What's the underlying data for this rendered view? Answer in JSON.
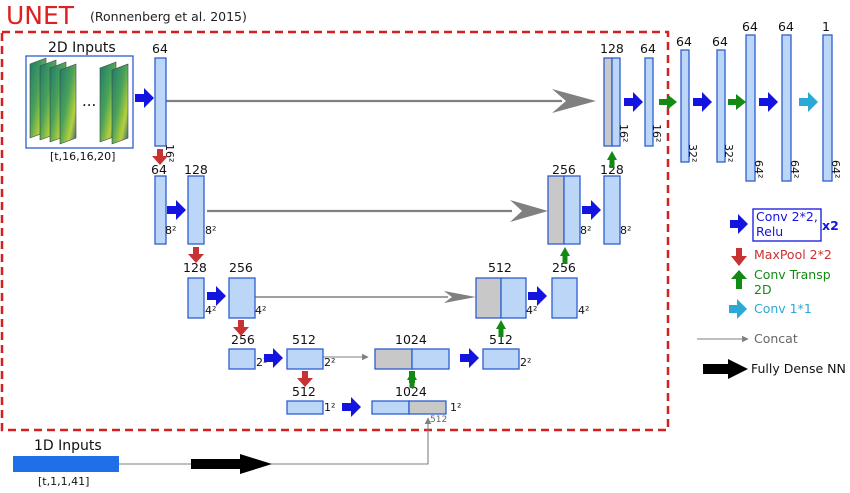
{
  "title": "UNET",
  "citation": "(Ronnenberg et al. 2015)",
  "inputs_2d": {
    "label": "2D Inputs",
    "shape": "[t,16,16,20]",
    "ellipsis": "..."
  },
  "inputs_1d": {
    "label": "1D Inputs",
    "shape": "[t,1,1,41]"
  },
  "encoder": {
    "l1": {
      "channels": "64",
      "size": "16²"
    },
    "l2": {
      "ch_a": "64",
      "ch_b": "128",
      "size": "8²"
    },
    "l3": {
      "ch_a": "128",
      "ch_b": "256",
      "size": "4²"
    },
    "l4": {
      "ch_a": "256",
      "ch_b": "512",
      "size": "2²"
    },
    "l5": {
      "channels": "512",
      "size": "1²"
    }
  },
  "bottleneck": {
    "channels": "1024",
    "size": "1²",
    "concat_channels": "512"
  },
  "decoder": {
    "d4": {
      "concat_channels": "1024",
      "out_channels": "512",
      "size": "2²"
    },
    "d3": {
      "concat_channels": "512",
      "out_channels": "256",
      "size": "4²"
    },
    "d2": {
      "concat_channels": "256",
      "out_channels": "128",
      "size": "8²"
    },
    "d1": {
      "concat_channels": "128",
      "out_channels": "64",
      "size": "16²"
    }
  },
  "head": {
    "channels": [
      "64",
      "64",
      "64",
      "64",
      "1"
    ],
    "sizes": [
      "32²",
      "32²",
      "64²",
      "64²",
      "64²"
    ]
  },
  "legend": {
    "conv": "Conv 2*2,",
    "relu": "Relu",
    "times": "x2",
    "maxpool": "MaxPool 2*2",
    "transp_1": "Conv Transp",
    "transp_2": "2D",
    "conv11": "Conv 1*1",
    "concat": "Concat",
    "dense": "Fully Dense NN"
  },
  "colors": {
    "title": "#e02020",
    "block_fill": "#bcd6f7",
    "block_stroke": "#2d5fd0",
    "concat_grey": "#c8c8c8",
    "conv_arrow": "#1414e0",
    "maxpool_arrow": "#c83232",
    "transp_arrow": "#138a13",
    "conv11_arrow": "#2aa9d4",
    "concat_arrow": "#808080",
    "dense_arrow": "#000000",
    "frame": "#d42020",
    "input_1d": "#1f6fe8"
  }
}
